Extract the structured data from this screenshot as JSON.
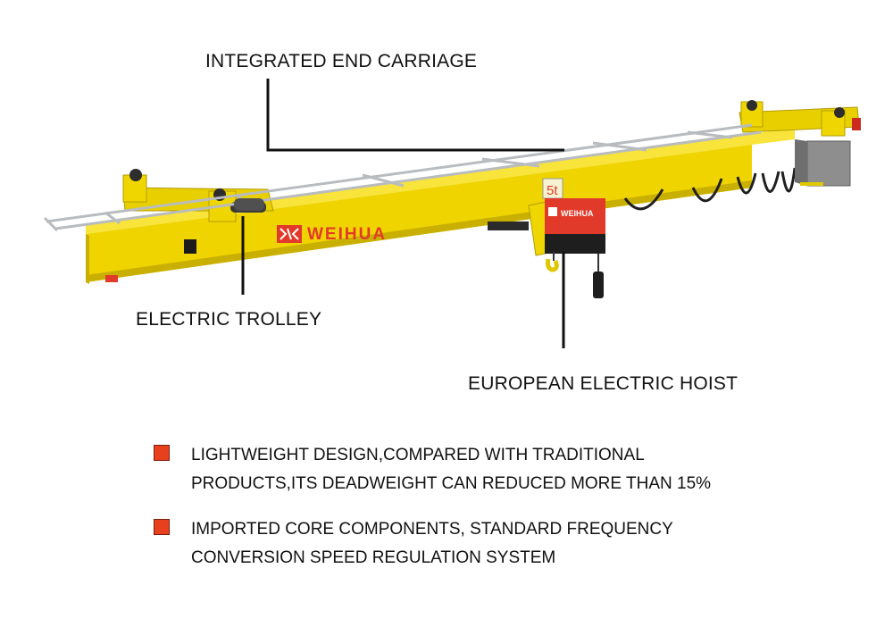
{
  "callouts": {
    "end_carriage": "INTEGRATED END CARRIAGE",
    "electric_trolley": "ELECTRIC TROLLEY",
    "electric_hoist": "EUROPEAN ELECTRIC HOIST"
  },
  "product": {
    "brand": "WEIHUA",
    "hoist_brand": "WEIHUA",
    "capacity_plate": "5t"
  },
  "features": [
    {
      "text": "LIGHTWEIGHT DESIGN,COMPARED WITH TRADITIONAL PRODUCTS,ITS DEADWEIGHT CAN REDUCED MORE THAN 15%"
    },
    {
      "text": "IMPORTED CORE COMPONENTS, STANDARD FREQUENCY CONVERSION SPEED REGULATION SYSTEM"
    }
  ],
  "colors": {
    "girder_yellow": "#f2d700",
    "hoist_red": "#e23a2a",
    "bullet_orange": "#e8401f",
    "rail_grey": "#b9bcbf"
  }
}
